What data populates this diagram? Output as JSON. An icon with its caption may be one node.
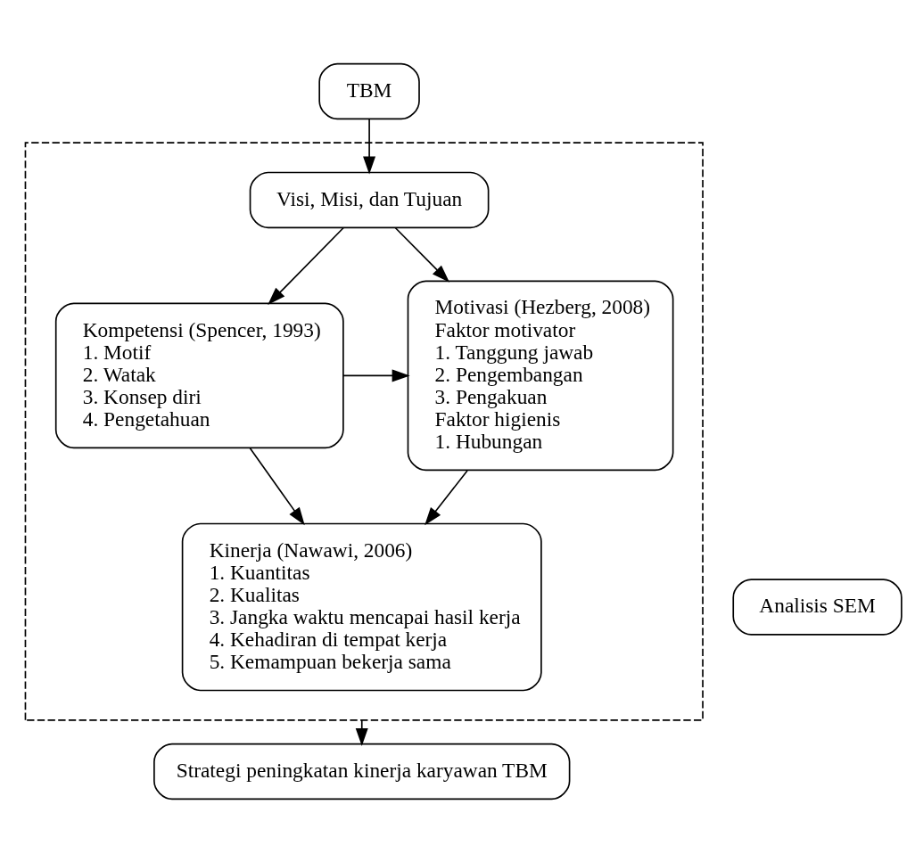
{
  "diagram": {
    "nodes": [
      {
        "text": [
          "TBM"
        ]
      },
      {
        "text": [],
        "shape": "box"
      },
      {
        "text": [
          "Visi, Misi, dan Tujuan"
        ],
        "in": 1
      },
      {
        "text": [
          "Kompetensi (Spencer, 1993)",
          "1. Motif",
          "2. Watak",
          "3. Konsep diri",
          "4. Pengetahuan"
        ],
        "in": 1
      },
      {
        "text": [
          "Motivasi (Hezberg, 2008)",
          "Faktor motivator",
          "1. Tanggung jawab",
          "2. Pengembangan",
          "3. Pengakuan",
          "Faktor higienis",
          "1. Hubungan"
        ],
        "in": 1
      },
      {
        "text": [
          "Kinerja (Nawawi, 2006)",
          "1. Kuantitas",
          "2. Kualitas",
          "3. Jangka waktu mencapai hasil kerja",
          "4. Kehadiran di tempat kerja",
          "5. Kemampuan bekerja sama"
        ],
        "in": 1
      },
      {
        "text": [
          "Strategi peningkatan kinerja karyawan TBM"
        ]
      },
      {
        "text": [
          "Analisis SEM"
        ]
      }
    ],
    "edges": [
      {
        "from": 0,
        "to": 2,
        "arrow": "to"
      },
      {
        "from": 2,
        "to": 3,
        "arrow": "to"
      },
      {
        "from": 2,
        "to": 4,
        "arrow": "to"
      },
      {
        "from": 3,
        "to": 4,
        "arrow": "to"
      },
      {
        "from": 3,
        "to": 5,
        "arrow": "to"
      },
      {
        "from": 4,
        "to": 5,
        "arrow": "to"
      },
      {
        "from": 1,
        "to": 6,
        "arrow": "to"
      }
    ]
  }
}
